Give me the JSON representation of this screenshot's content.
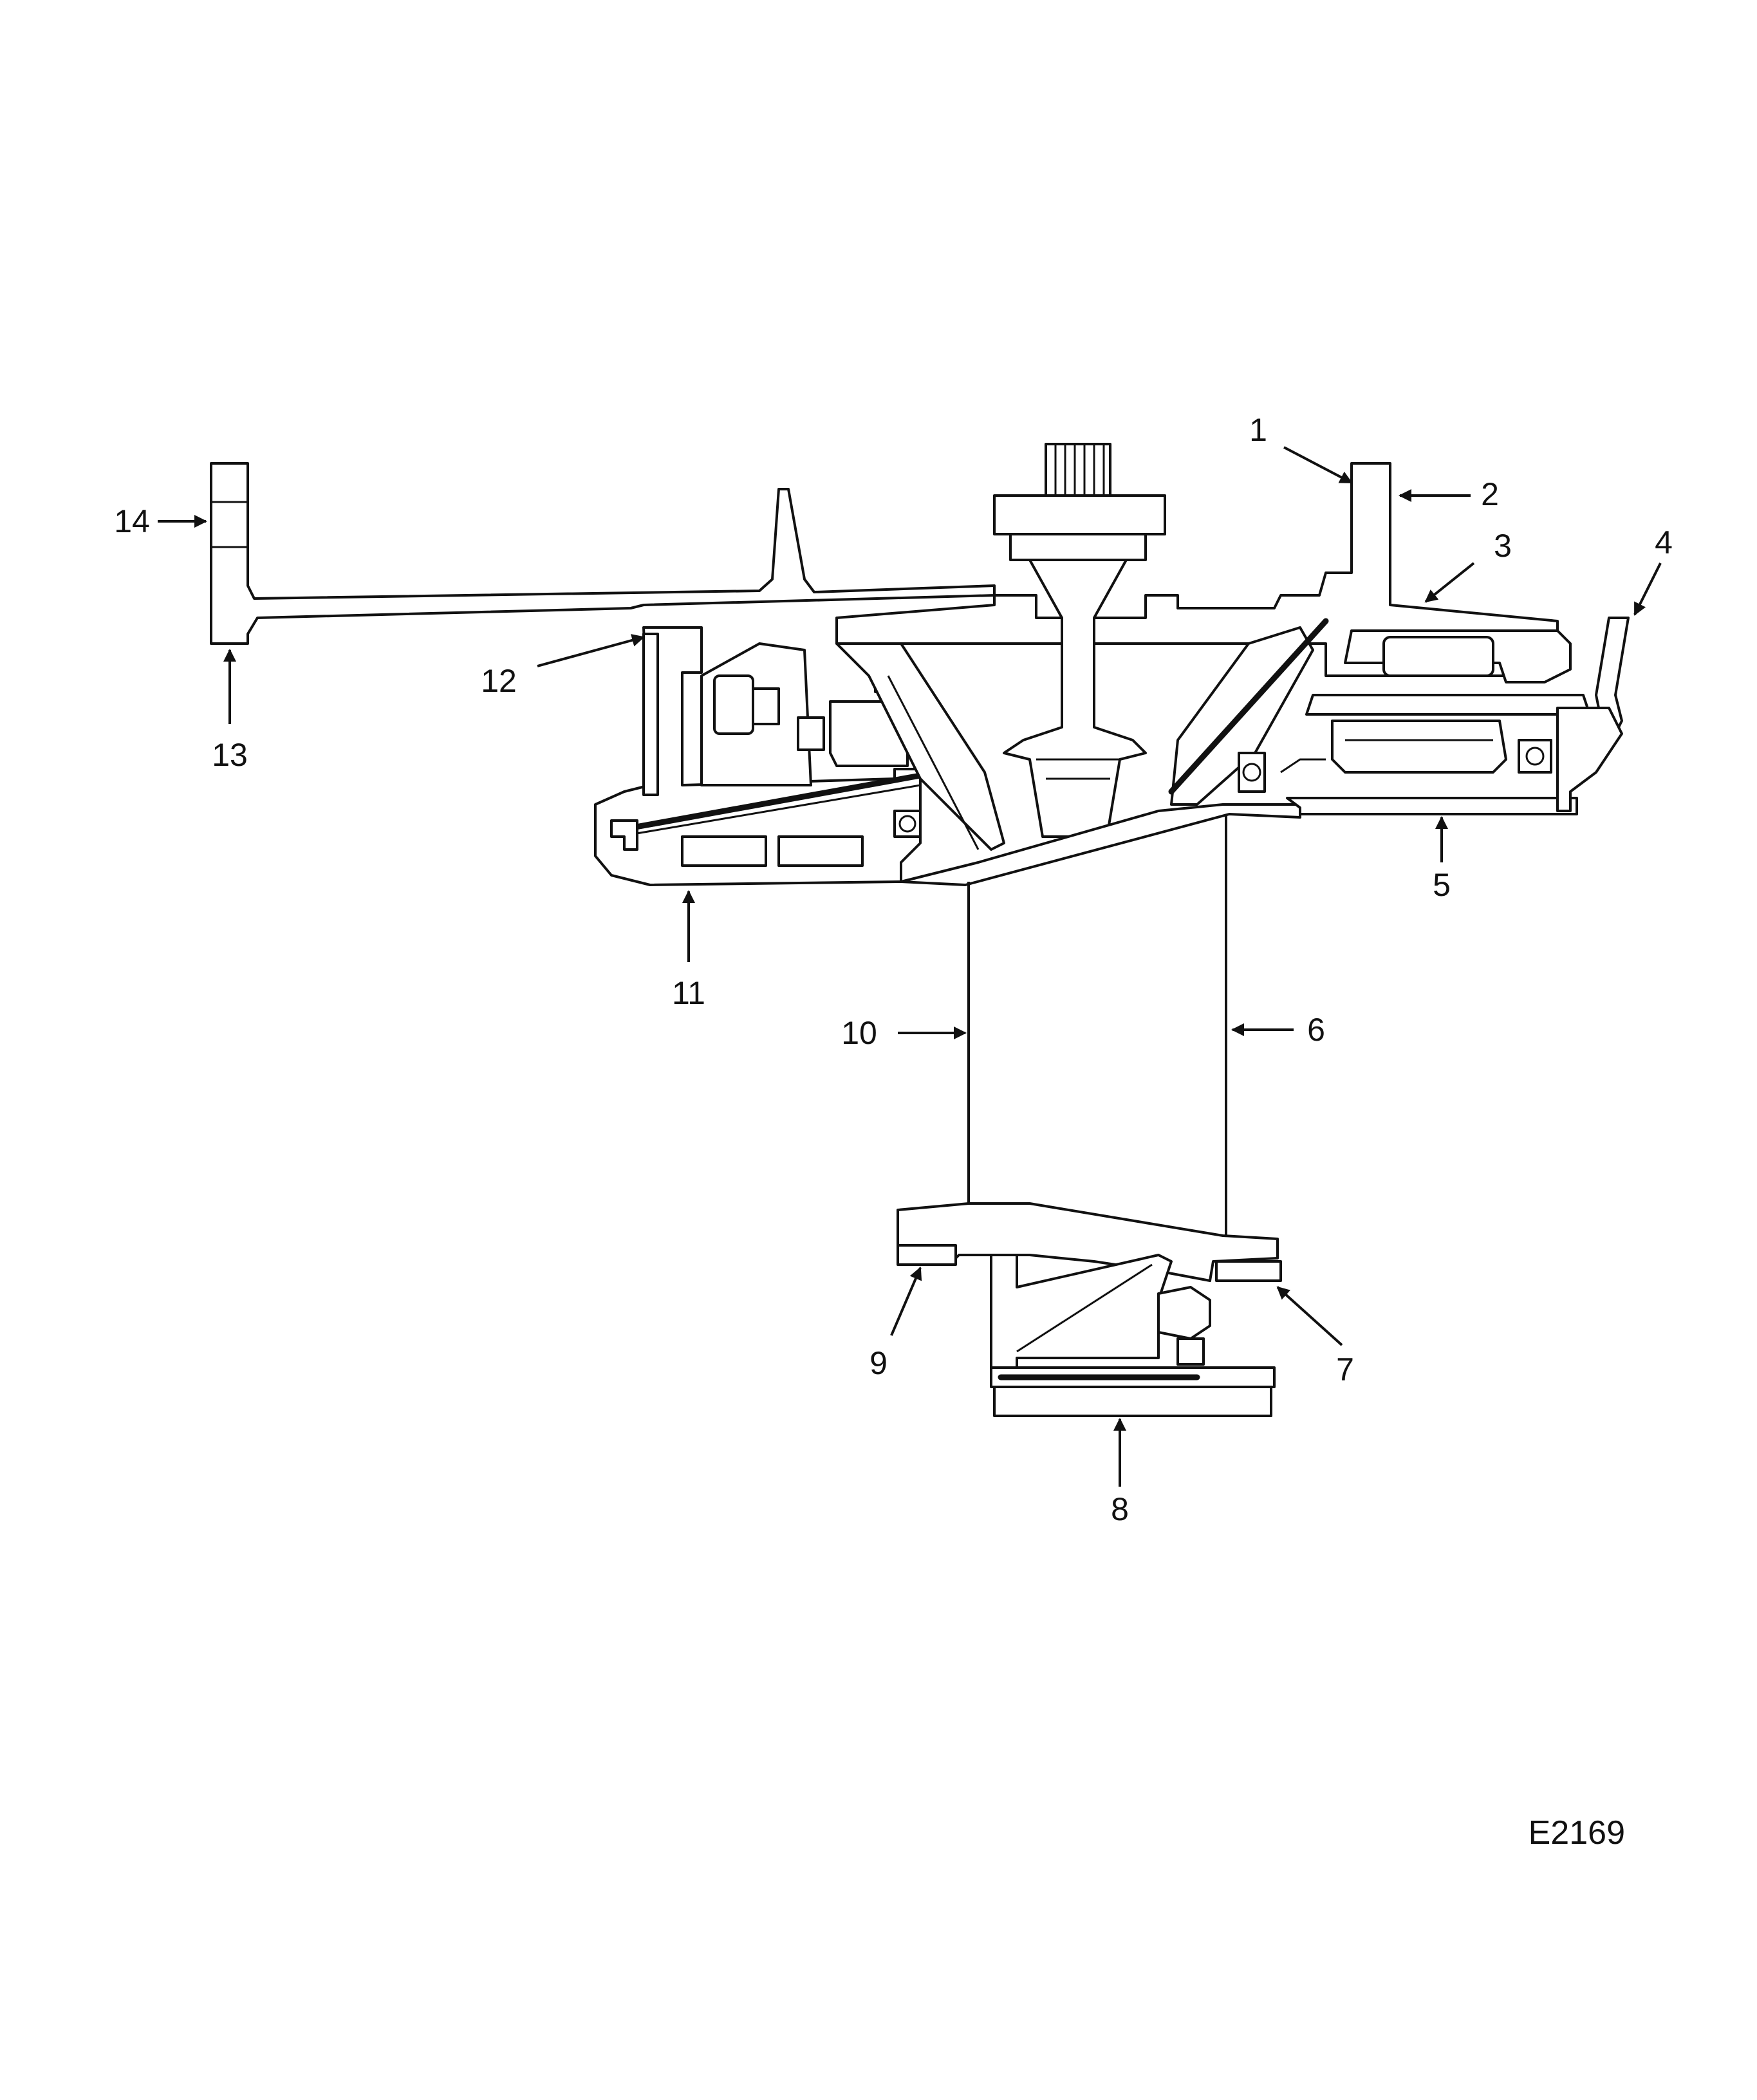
{
  "figure": {
    "code": "E2169"
  },
  "callouts": [
    {
      "id": "1",
      "label": "1"
    },
    {
      "id": "2",
      "label": "2"
    },
    {
      "id": "3",
      "label": "3"
    },
    {
      "id": "4",
      "label": "4"
    },
    {
      "id": "5",
      "label": "5"
    },
    {
      "id": "6",
      "label": "6"
    },
    {
      "id": "7",
      "label": "7"
    },
    {
      "id": "8",
      "label": "8"
    },
    {
      "id": "9",
      "label": "9"
    },
    {
      "id": "10",
      "label": "10"
    },
    {
      "id": "11",
      "label": "11"
    },
    {
      "id": "12",
      "label": "12"
    },
    {
      "id": "13",
      "label": "13"
    },
    {
      "id": "14",
      "label": "14"
    }
  ],
  "colors": {
    "ink": "#111111",
    "paper": "#ffffff"
  }
}
